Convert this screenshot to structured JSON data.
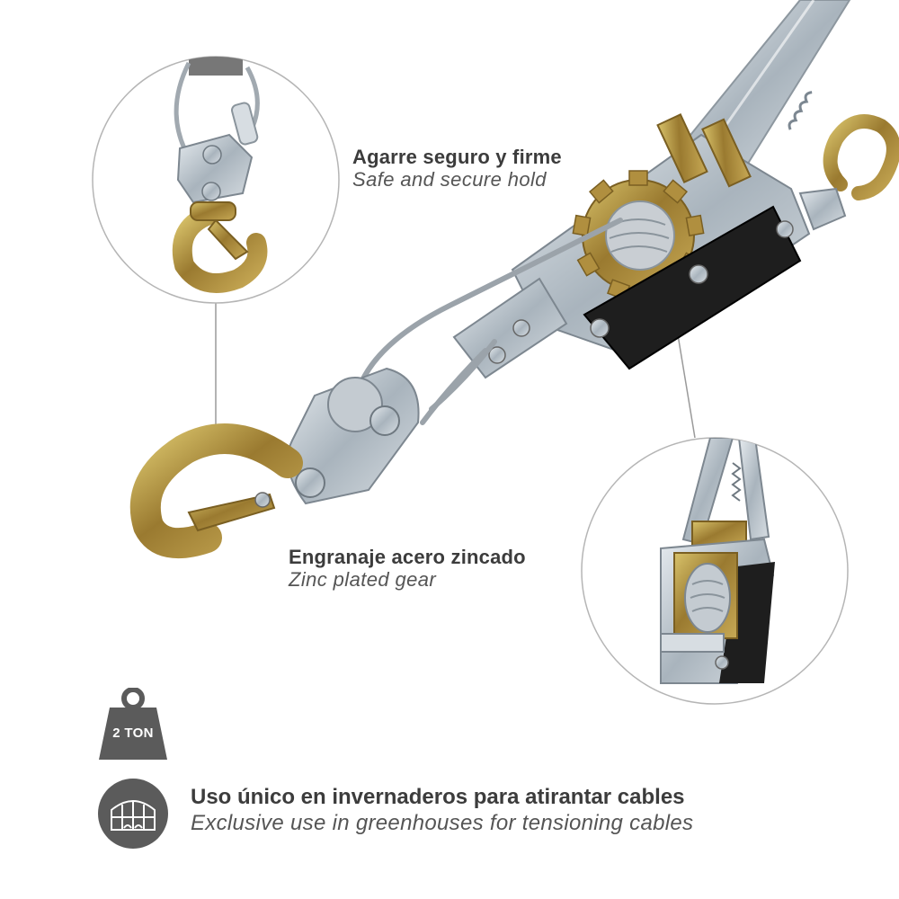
{
  "callouts": {
    "hold": {
      "es": "Agarre seguro y firme",
      "en": "Safe and secure hold"
    },
    "gear": {
      "es": "Engranaje acero zincado",
      "en": "Zinc plated gear"
    }
  },
  "badges": {
    "weight_label": "2 TON"
  },
  "feature": {
    "es": "Uso único en invernaderos para atirantar cables",
    "en": "Exclusive use in greenhouses for tensioning cables"
  },
  "colors": {
    "badge_gray": "#5b5b5b",
    "text_dark": "#3c3c3c",
    "zinc_metal": "#b9c3cc",
    "yellow_zinc": "#b89a3c",
    "black_plate": "#1e1e1e"
  },
  "icons": [
    "weight-icon",
    "greenhouse-icon"
  ]
}
